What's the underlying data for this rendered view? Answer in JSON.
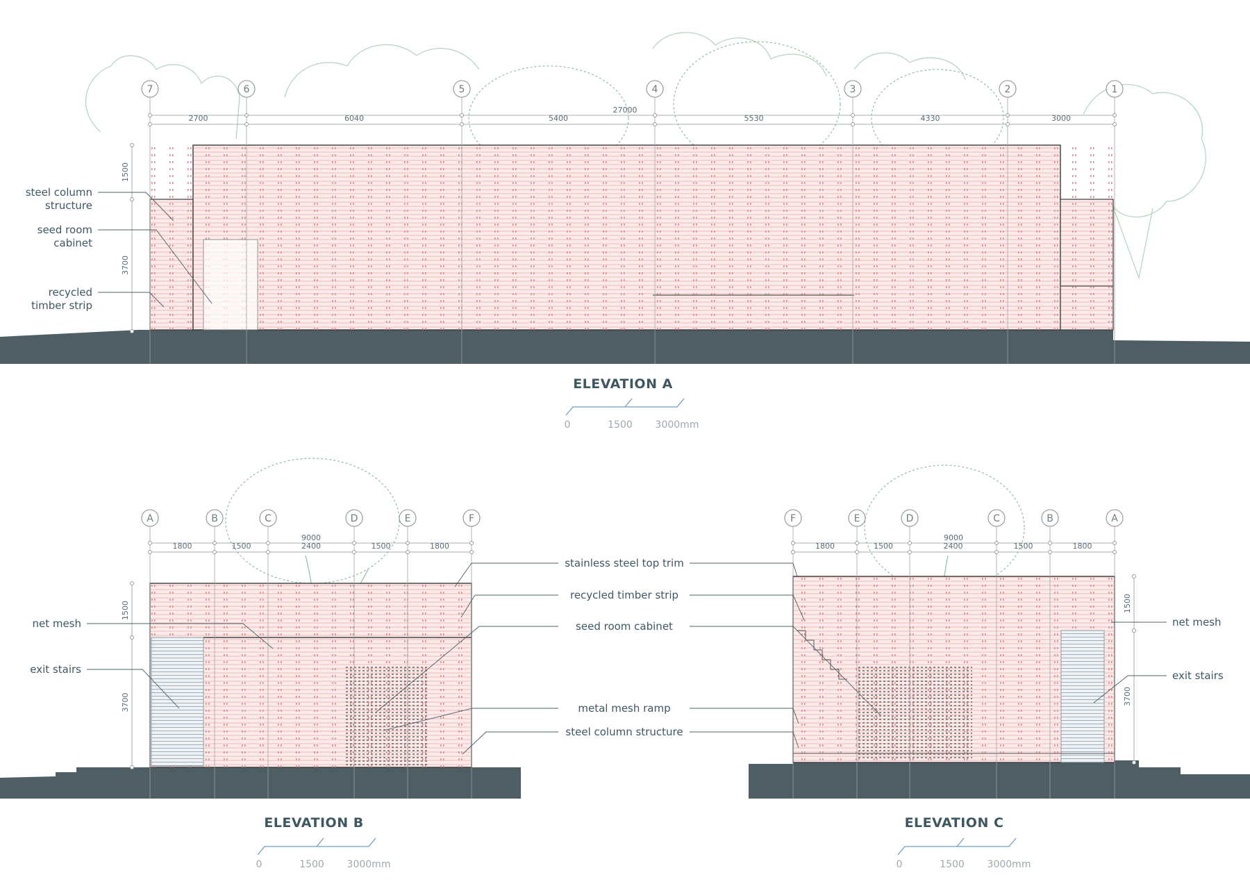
{
  "colors": {
    "ground": "#4f5d64",
    "text": "#3e5763",
    "wall_fill": "#fbeaea",
    "wall_hatch": "#eab1b1",
    "tree": "#8fbf9a",
    "canopy_outline": "#b4d3bd",
    "dim_line": "#8e979b",
    "scale_bar": "#6e9fc0",
    "stairs": "#9eafb9"
  },
  "elevation_a": {
    "title": "ELEVATION A",
    "grid": [
      "7",
      "6",
      "5",
      "4",
      "3",
      "2",
      "1"
    ],
    "overall_dim": "27000",
    "bay_dims": [
      "2700",
      "6040",
      "5400",
      "5530",
      "4330",
      "3000"
    ],
    "height_dims": [
      "1500",
      "3700"
    ],
    "labels": [
      {
        "text": "steel column",
        "text2": "structure"
      },
      {
        "text": "seed room",
        "text2": "cabinet"
      },
      {
        "text": "recycled",
        "text2": "timber strip"
      }
    ],
    "scale": {
      "ticks": [
        "0",
        "1500",
        "3000mm"
      ]
    }
  },
  "elevation_b": {
    "title": "ELEVATION B",
    "grid": [
      "A",
      "B",
      "C",
      "D",
      "E",
      "F"
    ],
    "overall_dim": "9000",
    "bay_dims": [
      "1800",
      "1500",
      "2400",
      "1500",
      "1800"
    ],
    "height_dims": [
      "1500",
      "3700"
    ],
    "labels": [
      {
        "text": "net mesh"
      },
      {
        "text": "exit stairs"
      }
    ],
    "scale": {
      "ticks": [
        "0",
        "1500",
        "3000mm"
      ]
    }
  },
  "elevation_c": {
    "title": "ELEVATION C",
    "grid": [
      "F",
      "E",
      "D",
      "C",
      "B",
      "A"
    ],
    "overall_dim": "9000",
    "bay_dims": [
      "1800",
      "1500",
      "2400",
      "1500",
      "1800"
    ],
    "height_dims": [
      "1500",
      "3700"
    ],
    "labels": [
      {
        "text": "net mesh"
      },
      {
        "text": "exit stairs"
      }
    ],
    "scale": {
      "ticks": [
        "0",
        "1500",
        "3000mm"
      ]
    }
  },
  "center_labels": [
    "stainless steel top trim",
    "recycled timber strip",
    "seed room cabinet",
    "metal mesh ramp",
    "steel column structure"
  ]
}
